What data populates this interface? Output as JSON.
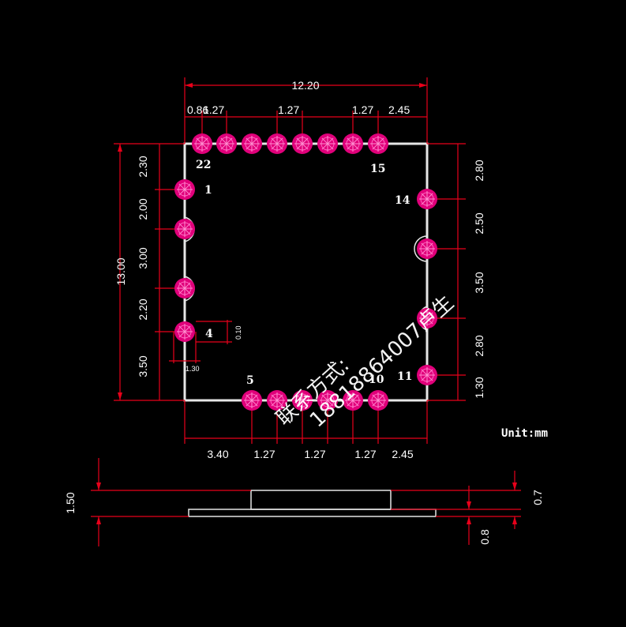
{
  "dimensions": {
    "top_total": "12.20",
    "top_0_86": "0.86",
    "top_1_27_left": "1.27",
    "top_1_27_mid": "1.27",
    "top_1_27_right": "1.27",
    "top_2_45": "2.45",
    "left_total": "13.00",
    "left_2_30": "2.30",
    "left_2_00": "2.00",
    "left_3_00": "3.00",
    "left_2_20": "2.20",
    "left_3_50": "3.50",
    "right_2_80_top": "2.80",
    "right_2_50": "2.50",
    "right_3_50": "3.50",
    "right_2_80_bottom": "2.80",
    "right_1_30": "1.30",
    "bottom_3_40": "3.40",
    "bottom_1_27_a": "1.27",
    "bottom_1_27_b": "1.27",
    "bottom_1_27_c": "1.27",
    "bottom_2_45": "2.45",
    "pad_height": "0.10",
    "pad_width": "1.30",
    "side_1_50": "1.50",
    "side_0_7": "0.7",
    "side_0_8": "0.8"
  },
  "pin_labels": {
    "p1": "1",
    "p4": "4",
    "p5": "5",
    "p10": "10",
    "p11": "11",
    "p14": "14",
    "p15": "15",
    "p22": "22"
  },
  "unit_label": "Unit:mm",
  "watermark": {
    "line1": "联系方式:",
    "line2": "18818864007卢生"
  },
  "colors": {
    "dimension_line": "#e8001a",
    "outline": "#e6e6e6",
    "pad": "#e0007a",
    "background": "#000000"
  }
}
